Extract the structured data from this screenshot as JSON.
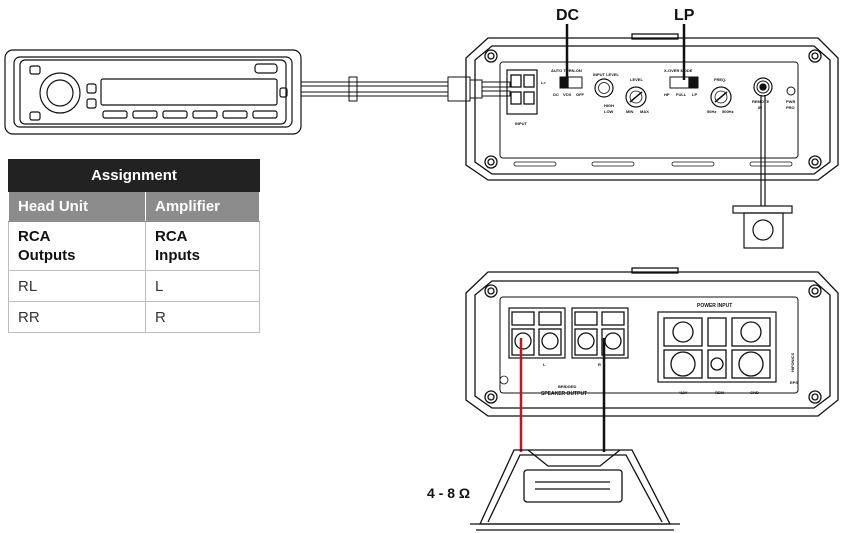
{
  "labels": {
    "dc": "DC",
    "lp": "LP",
    "impedance": "4 - 8 Ω"
  },
  "amp_top_panel": {
    "input": "INPUT",
    "lr_mark": "L<",
    "auto_turn_on": "AUTO TURN-ON",
    "auto_options": [
      "DC",
      "VOX",
      "OFF"
    ],
    "input_level": "INPUT LEVEL",
    "high": "HIGH",
    "low": "LOW",
    "level": "LEVEL",
    "min": "MIN",
    "max": "MAX",
    "xover_mode": "X-OVER MODE",
    "xover_options": [
      "HP",
      "FULL",
      "LP"
    ],
    "freq": "FREQ.",
    "freq_min": "50Hz",
    "freq_max": "500Hz",
    "remote": "REMOTE",
    "remote_in": "IN",
    "pwr": "PWR",
    "pro": "PRO"
  },
  "amp_bottom_panel": {
    "bridged": "BRIDGED",
    "speaker_output": "SPEAKER OUTPUT",
    "l": "L",
    "r": "R",
    "power_input": "POWER INPUT",
    "plus12v": "+12V",
    "rem": "REM",
    "gnd": "GND",
    "brand": "HIFONICS",
    "eps": "EPS"
  },
  "table": {
    "title": "Assignment",
    "col1_header": "Head Unit",
    "col2_header": "Amplifier",
    "row1": {
      "col1_line1": "RCA",
      "col1_line2": "Outputs",
      "col2_line1": "RCA",
      "col2_line2": "Inputs"
    },
    "row2": {
      "col1": "RL",
      "col2": "L"
    },
    "row3": {
      "col1": "RR",
      "col2": "R"
    }
  },
  "colors": {
    "line": "#111111",
    "positive_wire": "#c0161d",
    "table_title_bg": "#222222",
    "table_header_bg": "#8c8c8c"
  }
}
